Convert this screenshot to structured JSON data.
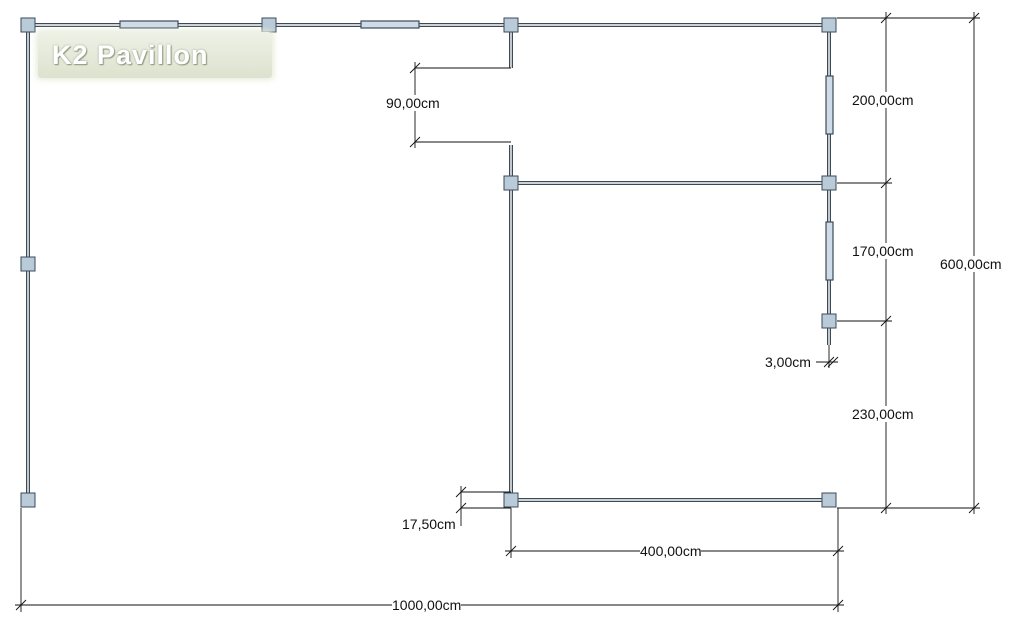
{
  "logo": {
    "text": "K2 Pavillon"
  },
  "dimensions": {
    "door_gap": "90,00cm",
    "right_upper": "200,00cm",
    "right_middle": "170,00cm",
    "right_lower": "230,00cm",
    "total_depth": "600,00cm",
    "post_offset": "3,00cm",
    "bottom_offset": "17,50cm",
    "room_width": "400,00cm",
    "total_width": "1000,00cm"
  },
  "colors": {
    "wall": "#3c4a58",
    "post_fill": "#b9cad8",
    "window_fill": "#cfdce8",
    "dimension_line": "#111111"
  }
}
